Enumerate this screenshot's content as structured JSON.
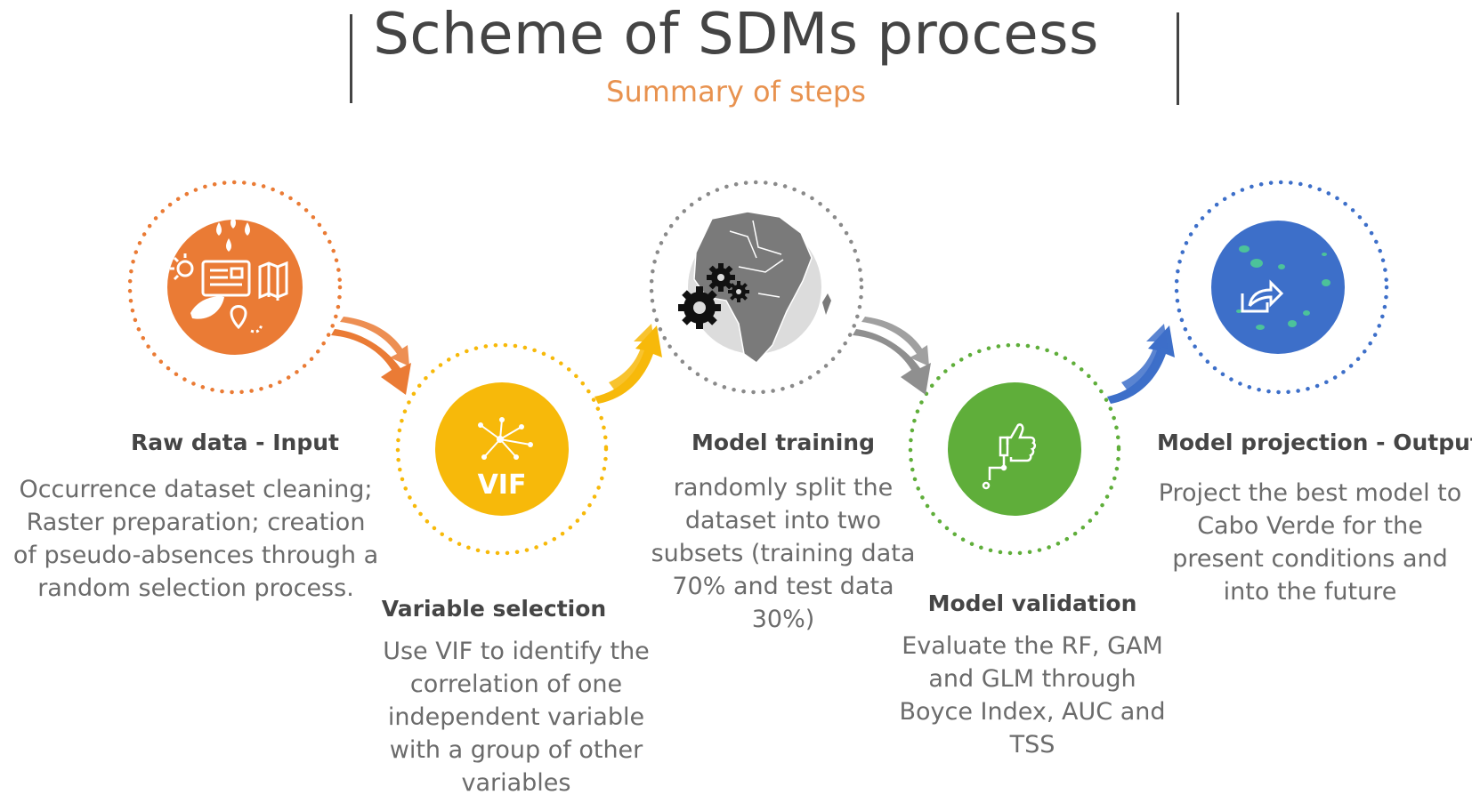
{
  "header": {
    "title": "Scheme of SDMs process",
    "subtitle": "Summary of steps"
  },
  "colors": {
    "raw_data": "#ea7b35",
    "variable_selection": "#f7b90a",
    "model_training": "#9a9a9a",
    "model_validation": "#5fae3a",
    "model_projection": "#3d6fc9",
    "island": "#4cc29a"
  },
  "stages": [
    {
      "id": "raw-data",
      "title": "Raw data - Input",
      "icon": "weather-newspaper-map-leaf-pin-icon",
      "lines": [
        "Occurrence dataset cleaning;",
        "Raster preparation;  creation",
        "of pseudo-absences through a",
        "random selection process."
      ]
    },
    {
      "id": "variable-selection",
      "title": "Variable selection",
      "icon": "network-vif-icon",
      "badge": "VIF",
      "lines": [
        "Use VIF to identify the",
        "correlation of one",
        "independent variable",
        "with a group of other",
        "variables"
      ]
    },
    {
      "id": "model-training",
      "title": "Model training",
      "icon": "africa-map-gears-icon",
      "lines": [
        "randomly split the",
        "dataset into two",
        "subsets (training data",
        "70% and test data",
        "30%)"
      ]
    },
    {
      "id": "model-validation",
      "title": "Model validation",
      "icon": "thumbs-up-circuit-icon",
      "lines": [
        "Evaluate the RF, GAM",
        "and GLM  through",
        "Boyce Index, AUC and",
        "TSS"
      ]
    },
    {
      "id": "model-projection",
      "title": "Model projection - Output",
      "icon": "islands-share-icon",
      "lines": [
        "Project the best model to",
        "Cabo Verde for the",
        "present conditions and",
        "into the future"
      ]
    }
  ]
}
